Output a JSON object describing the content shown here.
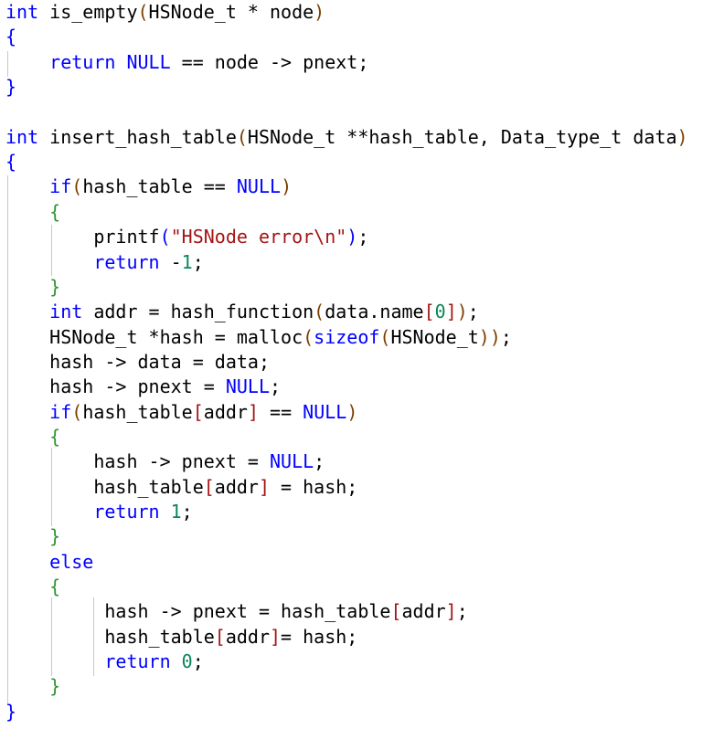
{
  "colors": {
    "background": "#ffffff",
    "text": "#000000",
    "keyword": "#0000ff",
    "string": "#a31515",
    "number": "#098658",
    "brace_green": "#319331",
    "paren": "#7b3f00",
    "indent_guide": "#c8c8c8"
  },
  "code": {
    "lines": [
      [
        {
          "t": "int",
          "c": "kw"
        },
        {
          "t": " is_empty"
        },
        {
          "t": "(",
          "c": "b1"
        },
        {
          "t": "HSNode_t * node"
        },
        {
          "t": ")",
          "c": "b1"
        }
      ],
      [
        {
          "t": "{",
          "c": "b3"
        }
      ],
      [
        {
          "t": "    "
        },
        {
          "t": "return",
          "c": "kw"
        },
        {
          "t": " "
        },
        {
          "t": "NULL",
          "c": "kw"
        },
        {
          "t": " == node -> pnext;"
        }
      ],
      [
        {
          "t": "}",
          "c": "b3"
        }
      ],
      [],
      [
        {
          "t": "int",
          "c": "kw"
        },
        {
          "t": " insert_hash_table"
        },
        {
          "t": "(",
          "c": "b1"
        },
        {
          "t": "HSNode_t **hash_table, Data_type_t data"
        },
        {
          "t": ")",
          "c": "b1"
        }
      ],
      [
        {
          "t": "{",
          "c": "b3"
        }
      ],
      [
        {
          "t": "    "
        },
        {
          "t": "if",
          "c": "kw"
        },
        {
          "t": "(",
          "c": "b1"
        },
        {
          "t": "hash_table == "
        },
        {
          "t": "NULL",
          "c": "kw"
        },
        {
          "t": ")",
          "c": "b1"
        }
      ],
      [
        {
          "t": "    "
        },
        {
          "t": "{",
          "c": "b5"
        }
      ],
      [
        {
          "t": "        printf"
        },
        {
          "t": "(",
          "c": "b3"
        },
        {
          "t": "\"HSNode error\\n\"",
          "c": "str"
        },
        {
          "t": ")",
          "c": "b3"
        },
        {
          "t": ";"
        }
      ],
      [
        {
          "t": "        "
        },
        {
          "t": "return",
          "c": "kw"
        },
        {
          "t": " -"
        },
        {
          "t": "1",
          "c": "num"
        },
        {
          "t": ";"
        }
      ],
      [
        {
          "t": "    "
        },
        {
          "t": "}",
          "c": "b5"
        }
      ],
      [
        {
          "t": "    "
        },
        {
          "t": "int",
          "c": "kw"
        },
        {
          "t": " addr = hash_function"
        },
        {
          "t": "(",
          "c": "b1"
        },
        {
          "t": "data.name"
        },
        {
          "t": "[",
          "c": "b4"
        },
        {
          "t": "0",
          "c": "num"
        },
        {
          "t": "]",
          "c": "b4"
        },
        {
          "t": ")",
          "c": "b1"
        },
        {
          "t": ";"
        }
      ],
      [
        {
          "t": "    HSNode_t *hash = malloc"
        },
        {
          "t": "(",
          "c": "b1"
        },
        {
          "t": "sizeof",
          "c": "kw"
        },
        {
          "t": "(",
          "c": "b2"
        },
        {
          "t": "HSNode_t"
        },
        {
          "t": ")",
          "c": "b2"
        },
        {
          "t": ")",
          "c": "b1"
        },
        {
          "t": ";"
        }
      ],
      [
        {
          "t": "    hash -> data = data;"
        }
      ],
      [
        {
          "t": "    hash -> pnext = "
        },
        {
          "t": "NULL",
          "c": "kw"
        },
        {
          "t": ";"
        }
      ],
      [
        {
          "t": "    "
        },
        {
          "t": "if",
          "c": "kw"
        },
        {
          "t": "(",
          "c": "b1"
        },
        {
          "t": "hash_table"
        },
        {
          "t": "[",
          "c": "b4"
        },
        {
          "t": "addr"
        },
        {
          "t": "]",
          "c": "b4"
        },
        {
          "t": " == "
        },
        {
          "t": "NULL",
          "c": "kw"
        },
        {
          "t": ")",
          "c": "b1"
        }
      ],
      [
        {
          "t": "    "
        },
        {
          "t": "{",
          "c": "b5"
        }
      ],
      [
        {
          "t": "        hash -> pnext = "
        },
        {
          "t": "NULL",
          "c": "kw"
        },
        {
          "t": ";"
        }
      ],
      [
        {
          "t": "        hash_table"
        },
        {
          "t": "[",
          "c": "b4"
        },
        {
          "t": "addr"
        },
        {
          "t": "]",
          "c": "b4"
        },
        {
          "t": " = hash;"
        }
      ],
      [
        {
          "t": "        "
        },
        {
          "t": "return",
          "c": "kw"
        },
        {
          "t": " "
        },
        {
          "t": "1",
          "c": "num"
        },
        {
          "t": ";"
        }
      ],
      [
        {
          "t": "    "
        },
        {
          "t": "}",
          "c": "b5"
        }
      ],
      [
        {
          "t": "    "
        },
        {
          "t": "else",
          "c": "kw"
        }
      ],
      [
        {
          "t": "    "
        },
        {
          "t": "{",
          "c": "b5"
        }
      ],
      [
        {
          "t": "         hash -> pnext = hash_table"
        },
        {
          "t": "[",
          "c": "b4"
        },
        {
          "t": "addr"
        },
        {
          "t": "]",
          "c": "b4"
        },
        {
          "t": ";"
        }
      ],
      [
        {
          "t": "         hash_table"
        },
        {
          "t": "[",
          "c": "b4"
        },
        {
          "t": "addr"
        },
        {
          "t": "]",
          "c": "b4"
        },
        {
          "t": "= hash;"
        }
      ],
      [
        {
          "t": "         "
        },
        {
          "t": "return",
          "c": "kw"
        },
        {
          "t": " "
        },
        {
          "t": "0",
          "c": "num"
        },
        {
          "t": ";"
        }
      ],
      [
        {
          "t": "    "
        },
        {
          "t": "}",
          "c": "b5"
        }
      ],
      [
        {
          "t": "}",
          "c": "b3"
        }
      ]
    ]
  }
}
